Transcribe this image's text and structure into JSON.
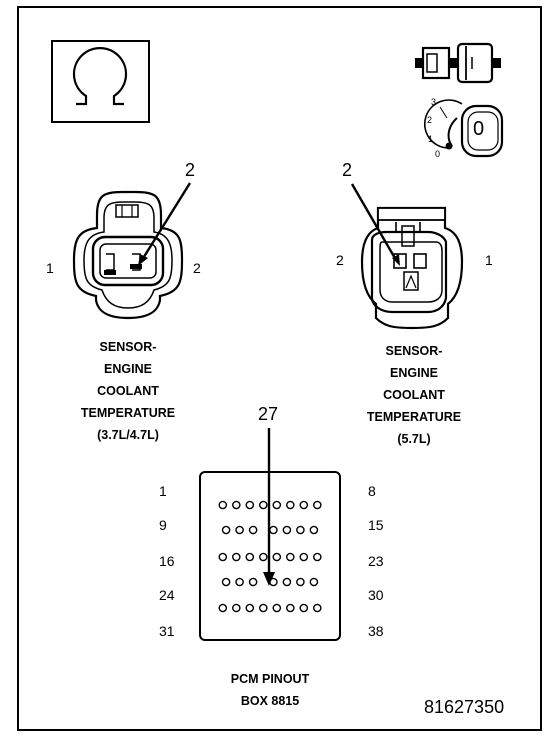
{
  "left_connector": {
    "callout": "2",
    "pin_left": "1",
    "pin_right": "2",
    "caption": [
      "SENSOR-",
      "ENGINE",
      "COOLANT",
      "TEMPERATURE",
      "(3.7L/4.7L)"
    ]
  },
  "right_connector": {
    "callout": "2",
    "pin_left": "2",
    "pin_right": "1",
    "caption": [
      "SENSOR-",
      "ENGINE",
      "COOLANT",
      "TEMPERATURE",
      "(5.7L)"
    ]
  },
  "dial": {
    "ticks": [
      "3",
      "2",
      "1",
      "0"
    ],
    "display": "0"
  },
  "pcm": {
    "callout": "27",
    "rows": [
      {
        "start": "1",
        "end": "8",
        "pins": 8
      },
      {
        "start": "9",
        "end": "15",
        "pins": 7
      },
      {
        "start": "16",
        "end": "23",
        "pins": 8
      },
      {
        "start": "24",
        "end": "30",
        "pins": 7
      },
      {
        "start": "31",
        "end": "38",
        "pins": 8
      }
    ],
    "caption": [
      "PCM PINOUT",
      "BOX 8815"
    ]
  },
  "figure_id": "81627350"
}
